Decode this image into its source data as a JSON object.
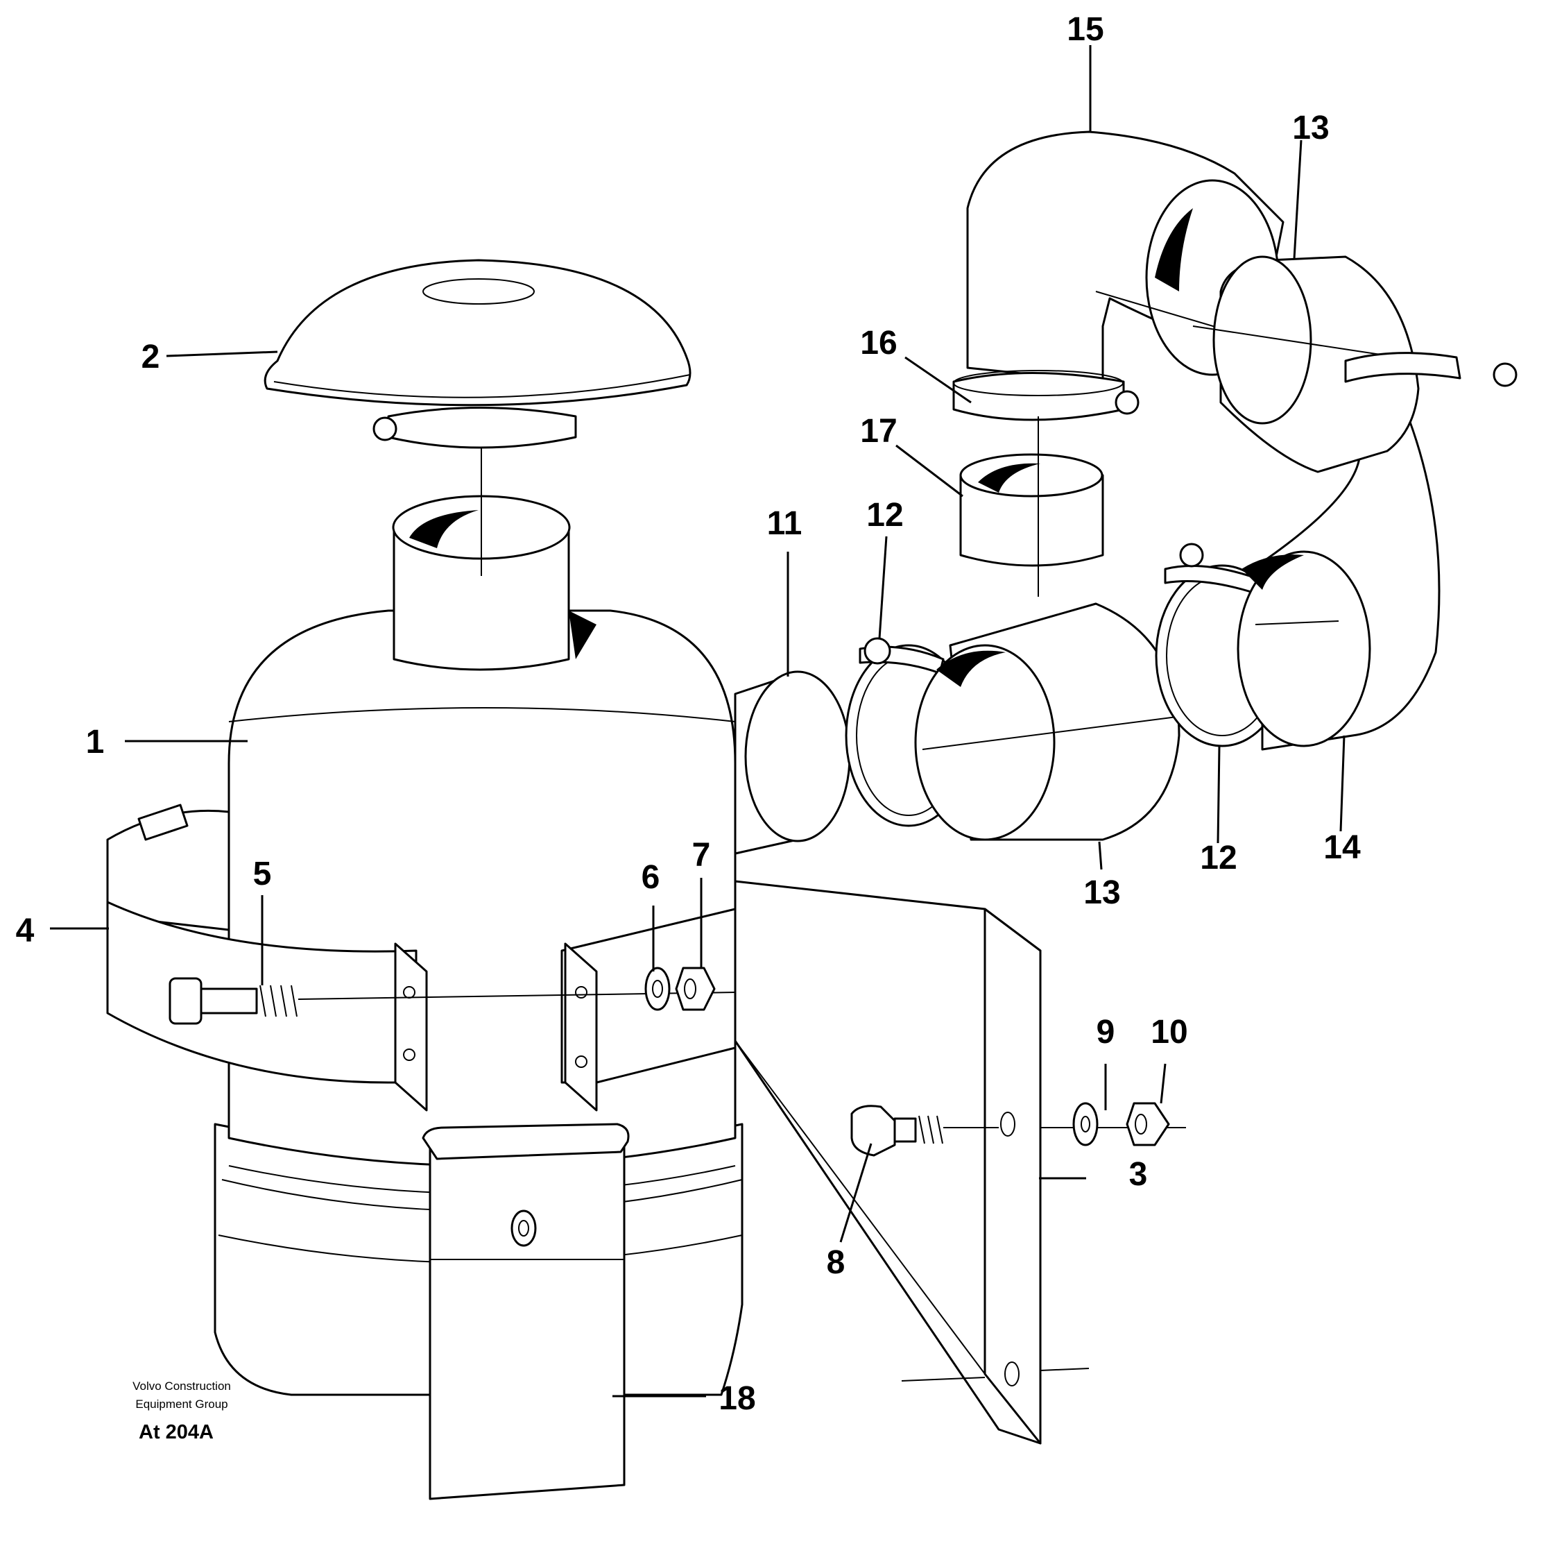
{
  "credit": {
    "line1": "Volvo Construction",
    "line2": "Equipment Group",
    "code": "At 204A"
  },
  "callouts": [
    {
      "id": "c1",
      "label": "1"
    },
    {
      "id": "c2",
      "label": "2"
    },
    {
      "id": "c3",
      "label": "3"
    },
    {
      "id": "c4",
      "label": "4"
    },
    {
      "id": "c5",
      "label": "5"
    },
    {
      "id": "c6",
      "label": "6"
    },
    {
      "id": "c7",
      "label": "7"
    },
    {
      "id": "c8",
      "label": "8"
    },
    {
      "id": "c9",
      "label": "9"
    },
    {
      "id": "c10",
      "label": "10"
    },
    {
      "id": "c11",
      "label": "11"
    },
    {
      "id": "c12a",
      "label": "12"
    },
    {
      "id": "c12b",
      "label": "12"
    },
    {
      "id": "c13a",
      "label": "13"
    },
    {
      "id": "c13b",
      "label": "13"
    },
    {
      "id": "c14",
      "label": "14"
    },
    {
      "id": "c15",
      "label": "15"
    },
    {
      "id": "c16",
      "label": "16"
    },
    {
      "id": "c17",
      "label": "17"
    },
    {
      "id": "c18",
      "label": "18"
    }
  ]
}
